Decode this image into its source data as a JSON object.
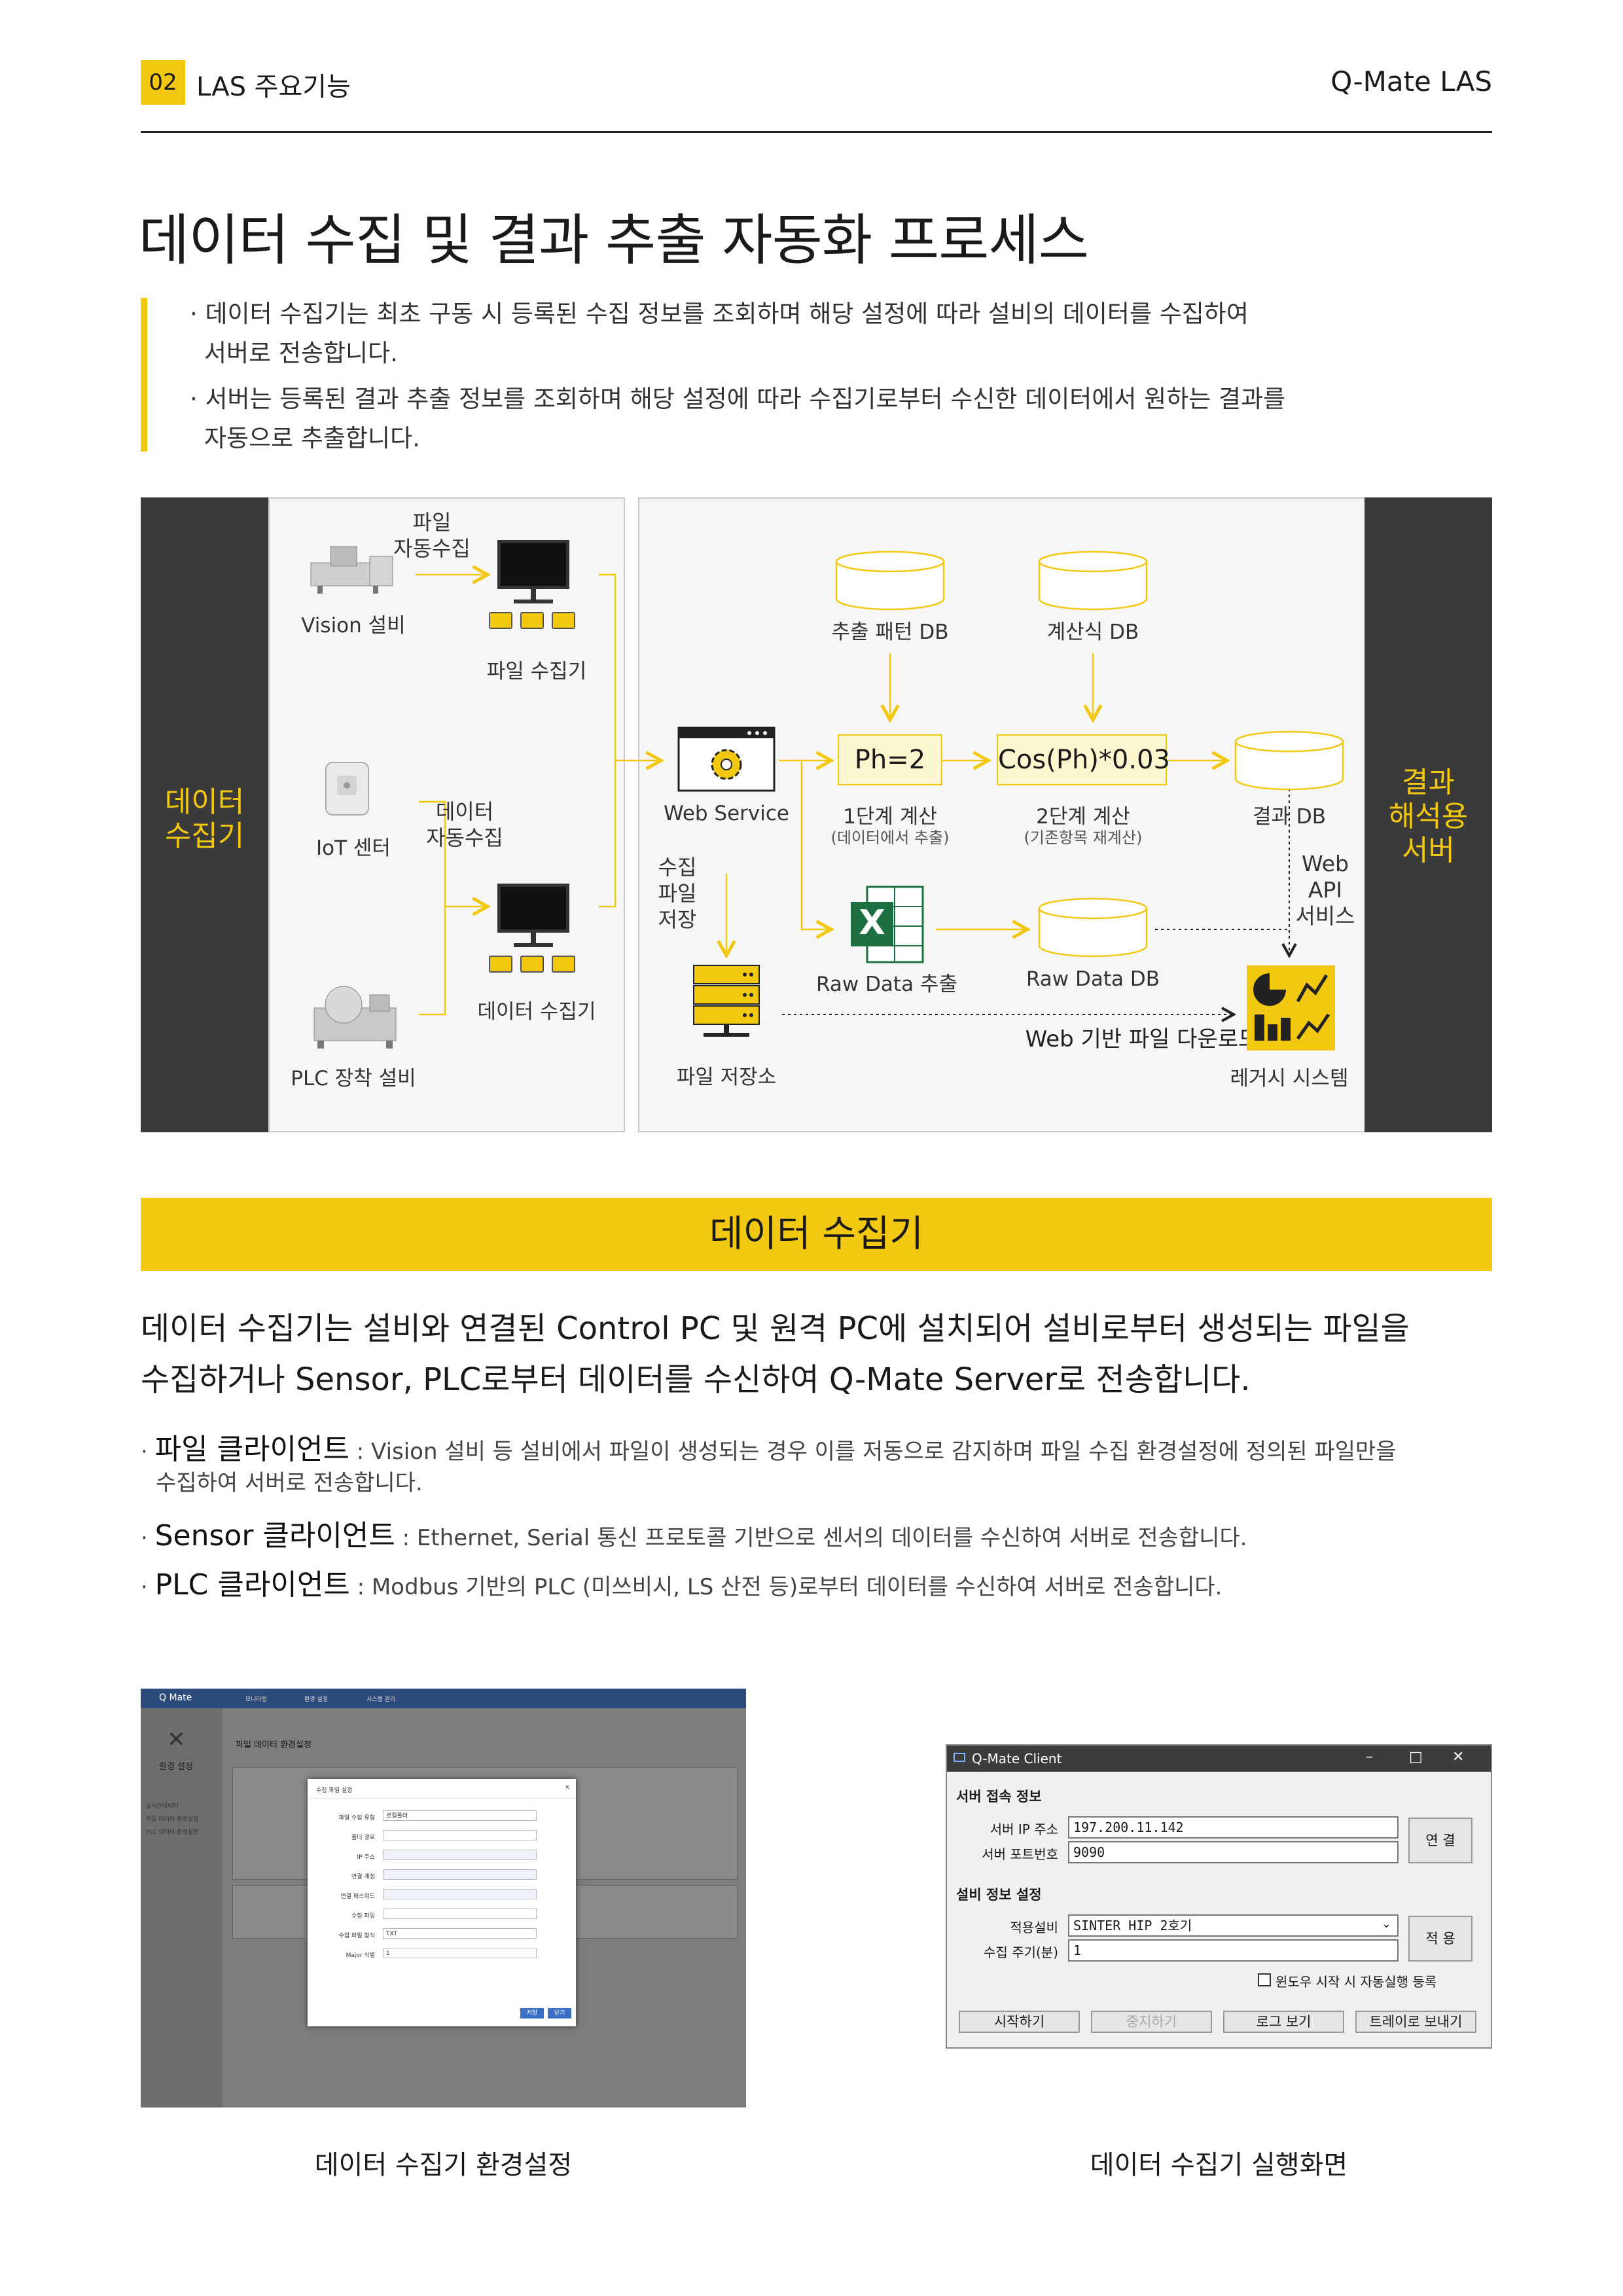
{
  "header": {
    "section_number": "02",
    "section_title": "LAS 주요기능",
    "brand": "Q-Mate LAS"
  },
  "page_title": "데이터 수집 및 결과 추출 자동화 프로세스",
  "intro": [
    {
      "line1": "· 데이터 수집기는 최초 구동 시 등록된 수집 정보를 조회하며 해당 설정에 따라 설비의 데이터를 수집하여",
      "line2": "서버로 전송합니다."
    },
    {
      "line1": "· 서버는 등록된 결과 추출 정보를 조회하며 해당 설정에 따라 수집기로부터 수신한 데이터에서 원하는 결과를",
      "line2": "자동으로 추출합니다."
    }
  ],
  "diagram": {
    "left_label_1": "데이터",
    "left_label_2": "수집기",
    "right_label_1": "결과",
    "right_label_2": "해석용",
    "right_label_3": "서버",
    "vision": "Vision 설비",
    "iot": "IoT 센터",
    "plc": "PLC 장착 설비",
    "file_auto_1": "파일",
    "file_auto_2": "자동수집",
    "data_auto_1": "데이터",
    "data_auto_2": "자동수집",
    "file_collector": "파일 수집기",
    "data_collector": "데이터 수집기",
    "web_service": "Web Service",
    "save_1": "수집",
    "save_2": "파일",
    "save_3": "저장",
    "file_storage": "파일 저장소",
    "pattern_db": "추출 패턴 DB",
    "formula_db": "계산식 DB",
    "ph": "Ph=2",
    "cos": "Cos(Ph)*0.03",
    "step1": "1단계 계산",
    "step1_sub": "(데이터에서 추출)",
    "step2": "2단계 계산",
    "step2_sub": "(기존항목 재계산)",
    "result_db": "결과 DB",
    "web_api_1": "Web",
    "web_api_2": "API",
    "web_api_3": "서비스",
    "raw_extract": "Raw Data 추출",
    "raw_db": "Raw Data DB",
    "download": "Web 기반 파일 다운로드",
    "legacy": "레거시 시스템",
    "excel_letter": "X"
  },
  "banner": "데이터 수집기",
  "lead": {
    "line1": "데이터 수집기는 설비와 연결된 Control PC 및 원격 PC에 설치되어 설비로부터 생성되는 파일을",
    "line2": "수집하거나 Sensor, PLC로부터 데이터를 수신하여 Q-Mate Server로 전송합니다."
  },
  "bullets": [
    {
      "key": "파일 클라이언트",
      "text": " : Vision 설비 등 설비에서 파일이 생성되는 경우 이를 저동으로 감지하며 파일 수집 환경설정에 정의된 파일만을",
      "text2": "수집하여 서버로 전송합니다."
    },
    {
      "key": "Sensor 클라이언트",
      "text": " : Ethernet, Serial 통신 프로토콜 기반으로 센서의 데이터를 수신하여 서버로 전송합니다."
    },
    {
      "key": "PLC 클라이언트",
      "text": " : Modbus 기반의 PLC (미쓰비시, LS 산전 등)로부터 데이터를 수신하여 서버로 전송합니다."
    }
  ],
  "shot1": {
    "logo": "Q Mate",
    "nav": [
      "모니터링",
      "환경 설정",
      "시스템 관리"
    ],
    "side_title": "환경 설정",
    "side_items": [
      "실시간데이터",
      "파일 데이터 환경설정",
      "PLC 데이터 환경설정"
    ],
    "page_heading": "파일 데이터 환경설정",
    "modal_title": "수집 파일 설정",
    "modal_fields": [
      "파일 수집 유형",
      "폴더 경로",
      "IP 주소",
      "연결 계정",
      "연결 패스워드",
      "수집 파일",
      "수집 파일 형식",
      "Major 식별"
    ],
    "modal_values": [
      "로컬폴더",
      "",
      "",
      "",
      "",
      "",
      "TXT",
      "1"
    ],
    "save": "저장",
    "close": "닫기"
  },
  "shot2": {
    "title": "Q-Mate Client",
    "group1": "서버 접속 정보",
    "ip_label": "서버 IP 주소",
    "ip_value": "197.200.11.142",
    "port_label": "서버 포트번호",
    "port_value": "9090",
    "connect": "연 결",
    "group2": "설비 정보 설정",
    "equip_label": "적용설비",
    "equip_value": "SINTER HIP 2호기",
    "cycle_label": "수집 주기(분)",
    "cycle_value": "1",
    "apply": "적 용",
    "autostart": "윈도우 시작 시 자동실행 등록",
    "start": "시작하기",
    "stop": "중지하기",
    "log": "로그 보기",
    "tray": "트레이로 보내기"
  },
  "captions": {
    "left": "데이터 수집기 환경설정",
    "right": "데이터 수집기 실행화면"
  }
}
